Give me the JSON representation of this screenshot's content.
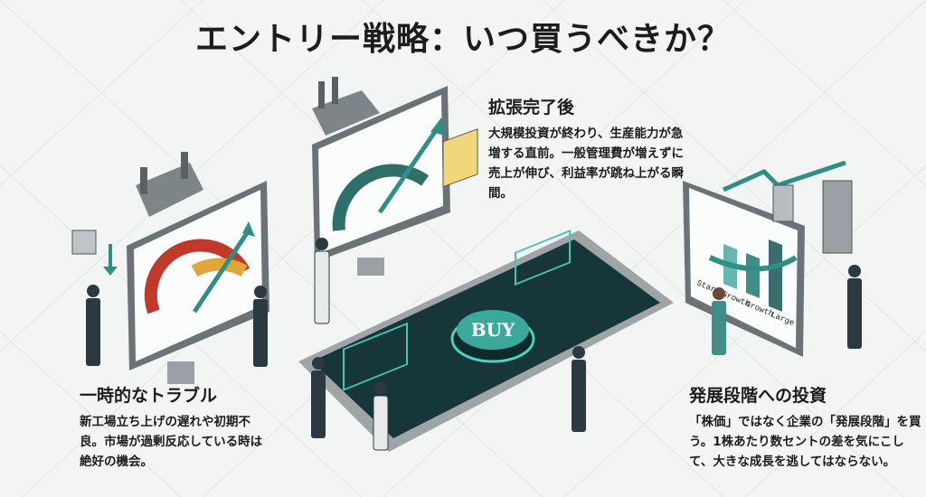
{
  "title": "エントリー戦略：いつ買うべきか？",
  "sections": [
    {
      "heading": "拡張完了後",
      "body": "大規模投資が終わり、生産能力が急増する直前。一般管理費が増えずに売上が伸び、利益率が跳ね上がる瞬間。"
    },
    {
      "heading": "一時的なトラブル",
      "body": "新工場立ち上げの遅れや初期不良。市場が過剰反応している時は絶好の機会。"
    },
    {
      "heading": "発展段階への投資",
      "body": "「株価」ではなく企業の「発展段階」を買う。1株あたり数セントの差を気にこして、大きな成長を逃してはならない。"
    }
  ],
  "tablet": {
    "buy_button": "BUY"
  },
  "stage_chart": {
    "labels": [
      "Start",
      "Growth",
      "Growth",
      "Large"
    ]
  },
  "colors": {
    "accent": "#2f8f86",
    "dark": "#2b3a40",
    "gauge_red": "#c0392b",
    "gauge_yellow": "#e0a63a"
  }
}
